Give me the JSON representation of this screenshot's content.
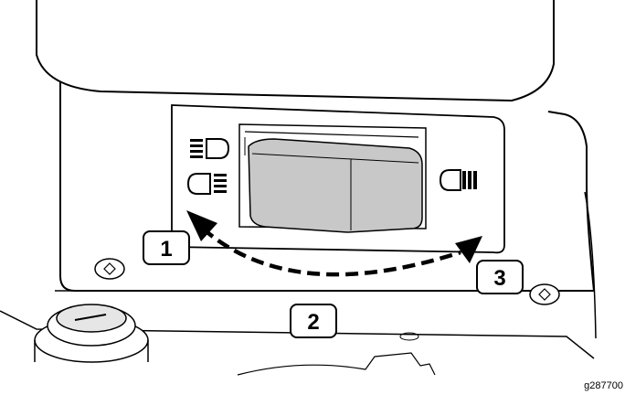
{
  "callouts": [
    {
      "label": "1"
    },
    {
      "label": "2"
    },
    {
      "label": "3"
    }
  ],
  "figure_id": "g287700",
  "icons": [
    "headlight-low-icon",
    "headlight-high-icon",
    "headlight-off-icon",
    "mounting-screw-icon"
  ]
}
